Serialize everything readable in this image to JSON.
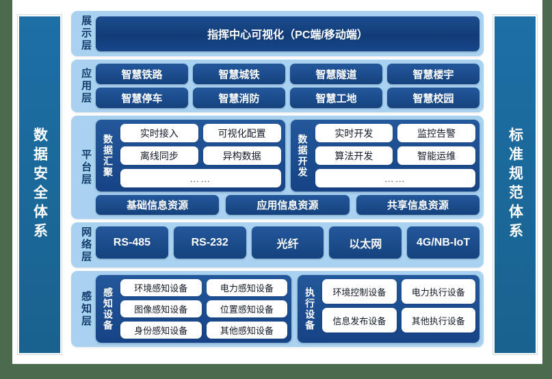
{
  "colors": {
    "page_background": "#4a6b4d",
    "canvas": "#ffffff",
    "layer_background": "#a9d2f0",
    "navy": "#1b4f8f",
    "pillar": "#1d6fa5",
    "pill_white": "#ffffff"
  },
  "left_pillar": {
    "label": "数据安全体系"
  },
  "right_pillar": {
    "label": "标准规范体系"
  },
  "layers": {
    "presentation": {
      "label": "展示层",
      "banner": "指挥中心可视化（PC端/移动端）"
    },
    "application": {
      "label": "应用层",
      "rows": [
        [
          "智慧铁路",
          "智慧城铁",
          "智慧隧道",
          "智慧楼宇"
        ],
        [
          "智慧停车",
          "智慧消防",
          "智慧工地",
          "智慧校园"
        ]
      ]
    },
    "platform": {
      "label": "平台层",
      "groups": [
        {
          "label": "数据汇聚",
          "rows": [
            [
              "实时接入",
              "可视化配置"
            ],
            [
              "离线同步",
              "异构数据"
            ]
          ],
          "ellipsis": "……"
        },
        {
          "label": "数据开发",
          "rows": [
            [
              "实时开发",
              "监控告警"
            ],
            [
              "算法开发",
              "智能运维"
            ]
          ],
          "ellipsis": "……"
        }
      ],
      "resources": [
        "基础信息资源",
        "应用信息资源",
        "共享信息资源"
      ]
    },
    "network": {
      "label": "网络层",
      "items": [
        "RS-485",
        "RS-232",
        "光纤",
        "以太网",
        "4G/NB-IoT"
      ]
    },
    "perception": {
      "label": "感知层",
      "groups": [
        {
          "label": "感知设备",
          "rows": [
            [
              "环境感知设备",
              "电力感知设备"
            ],
            [
              "图像感知设备",
              "位置感知设备"
            ],
            [
              "身份感知设备",
              "其他感知设备"
            ]
          ]
        },
        {
          "label": "执行设备",
          "rows": [
            [
              "环境控制设备",
              "电力执行设备"
            ],
            [
              "信息发布设备",
              "其他执行设备"
            ]
          ]
        }
      ]
    }
  }
}
